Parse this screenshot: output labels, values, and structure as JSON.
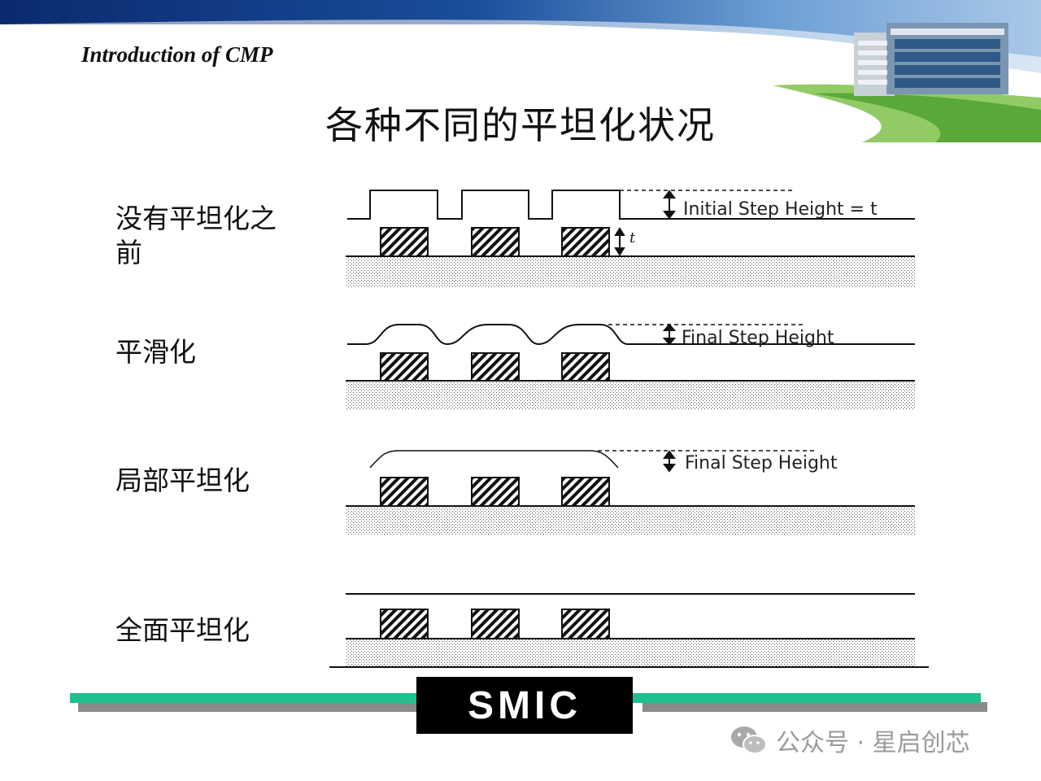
{
  "header": {
    "title": "Introduction of CMP"
  },
  "slide": {
    "title": "各种不同的平坦化状况"
  },
  "rows": [
    {
      "label_line1": "没有平坦化之",
      "label_line2": "前",
      "annotation": "Initial Step Height = t",
      "small_annotation": "t"
    },
    {
      "label": "平滑化",
      "annotation": "Final Step Height"
    },
    {
      "label": "局部平坦化",
      "annotation": "Final Step Height"
    },
    {
      "label": "全面平坦化"
    }
  ],
  "footer": {
    "logo": "SMIC"
  },
  "watermark": {
    "text": "公众号 · 星启创芯",
    "icon": "wechat-icon"
  },
  "colors": {
    "accent_bar": "#1fc08f",
    "shadow_bar": "#8a8a8a",
    "logo_bg": "#000000"
  }
}
